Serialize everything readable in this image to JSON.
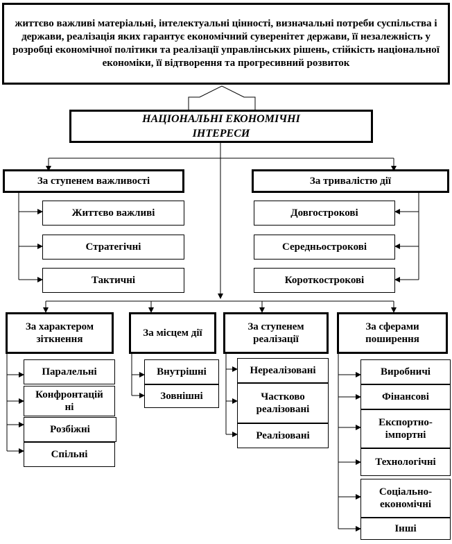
{
  "definition": "життєво важливі матеріальні, інтелектуальні цінності, визначальні потреби суспільства і держави, реалізація яких гарантує економічний суверенітет держави, її незалежність у розробці економічної політики та реалізації управлінських рішень, стійкість національної економіки, її відтворення та прогресивний розвиток",
  "main_title": "НАЦІОНАЛЬНІ ЕКОНОМІЧНІ ІНТЕРЕСИ",
  "importance": {
    "title": "За ступенем важливості",
    "items": [
      "Життєво важливі",
      "Стратегічні",
      "Тактичні"
    ]
  },
  "duration": {
    "title": "За тривалістю дії",
    "items": [
      "Довгострокові",
      "Середньострокові",
      "Короткострокові"
    ]
  },
  "character": {
    "title": "За характером зіткнення",
    "items": [
      "Паралельні",
      "Конфронтаційні",
      "Розбіжні",
      "Спільні"
    ]
  },
  "place": {
    "title": "За місцем дії",
    "items": [
      "Внутрішні",
      "Зовнішні"
    ]
  },
  "realization": {
    "title": "За ступенем реалізації",
    "items": [
      "Нереалізовані",
      "Частково реалізовані",
      "Реалізовані"
    ]
  },
  "spheres": {
    "title": "За сферами поширення",
    "items": [
      "Виробничі",
      "Фінансові",
      "Експортно-імпортні",
      "Технологічні",
      "Соціально-економічні",
      "Інші"
    ]
  }
}
